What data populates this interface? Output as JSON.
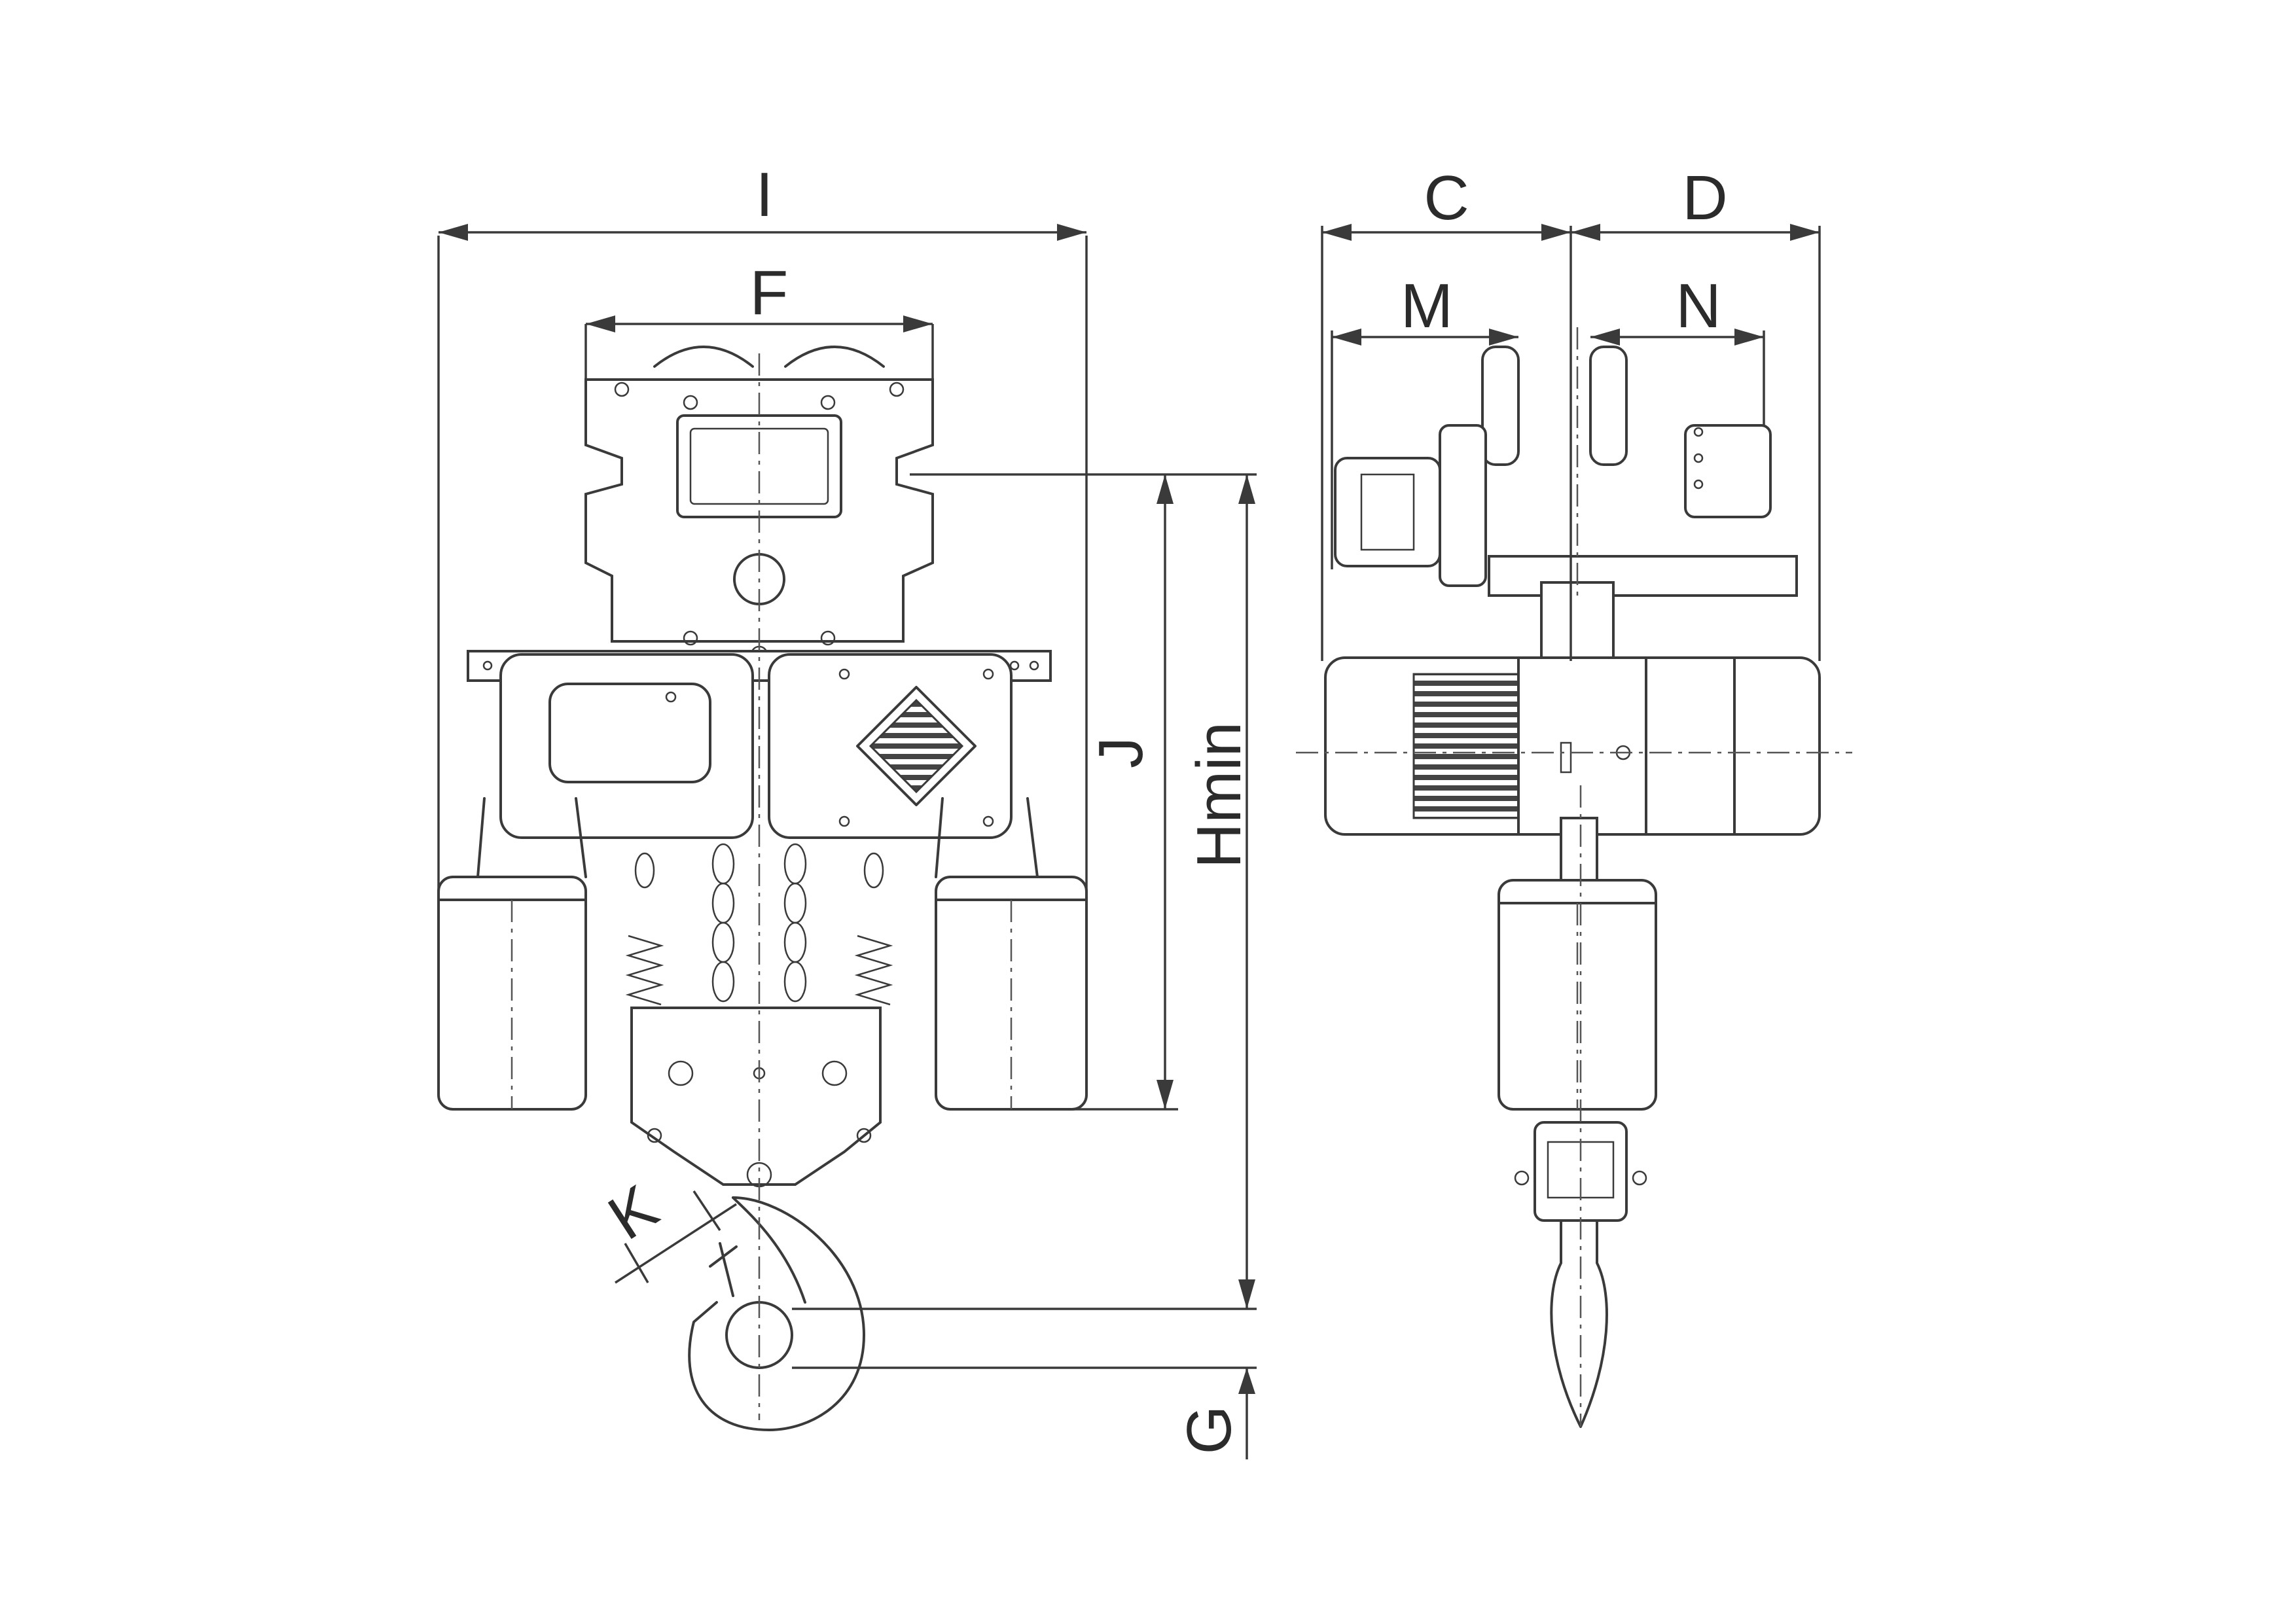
{
  "labels": {
    "I": "I",
    "F": "F",
    "C": "C",
    "D": "D",
    "M": "M",
    "N": "N",
    "J": "J",
    "Hmin": "Hmin",
    "G": "G",
    "K": "K"
  }
}
